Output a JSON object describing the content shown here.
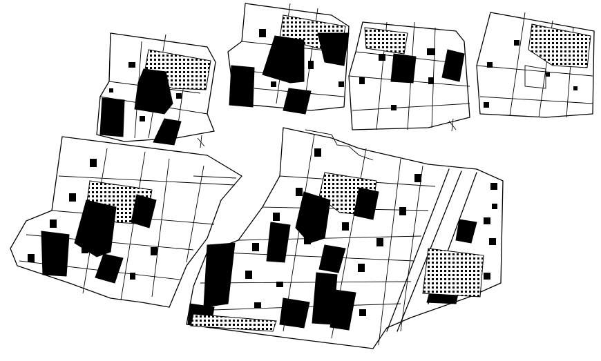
{
  "drawing": {
    "background": "#ffffff",
    "ink": "#000000",
    "panels": [
      {
        "id": "site-plan-small-1"
      },
      {
        "id": "site-plan-small-2"
      },
      {
        "id": "site-plan-small-3"
      },
      {
        "id": "site-plan-small-4"
      },
      {
        "id": "site-plan-large-left"
      },
      {
        "id": "site-plan-large-right"
      }
    ]
  }
}
